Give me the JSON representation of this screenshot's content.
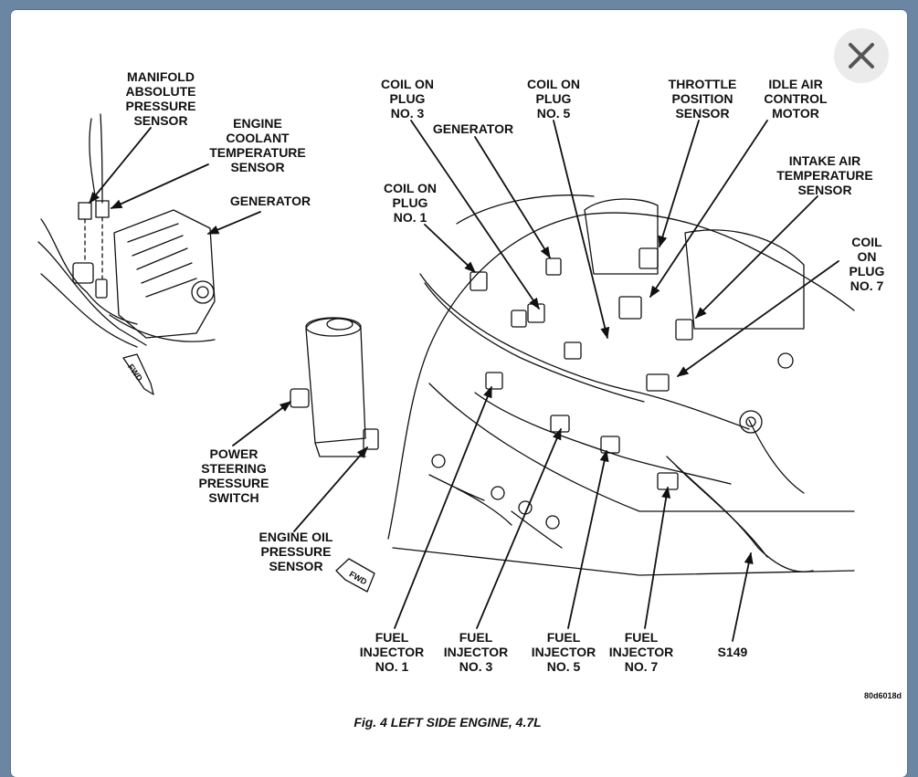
{
  "labels": {
    "map_sensor": "MANIFOLD\nABSOLUTE\nPRESSURE\nSENSOR",
    "ect_sensor": "ENGINE\nCOOLANT\nTEMPERATURE\nSENSOR",
    "generator_left": "GENERATOR",
    "coil_3": "COIL ON\nPLUG\nNO. 3",
    "coil_5": "COIL ON\nPLUG\nNO. 5",
    "generator_top": "GENERATOR",
    "throttle_sensor": "THROTTLE\nPOSITION\nSENSOR",
    "idle_motor": "IDLE AIR\nCONTROL\nMOTOR",
    "iat_sensor": "INTAKE AIR\nTEMPERATURE\nSENSOR",
    "coil_1": "COIL ON\nPLUG\nNO. 1",
    "coil_7": "COIL ON\nPLUG\nNO. 7",
    "ps_switch": "POWER\nSTEERING\nPRESSURE\nSWITCH",
    "oil_sensor": "ENGINE OIL\nPRESSURE\nSENSOR",
    "injector_1": "FUEL\nINJECTOR\nNO. 1",
    "injector_3": "FUEL\nINJECTOR\nNO. 3",
    "injector_5": "FUEL\nINJECTOR\nNO. 5",
    "injector_7": "FUEL\nINJECTOR\nNO. 7",
    "s149": "S149",
    "fwd": "FWD"
  },
  "figure_code": "80d6018d",
  "caption": "Fig. 4 LEFT SIDE ENGINE, 4.7L",
  "colors": {
    "frame": "#6b86a3",
    "panel": "#ffffff",
    "ink": "#111111",
    "close_bg": "#ebebeb"
  },
  "close_icon": "close-icon"
}
